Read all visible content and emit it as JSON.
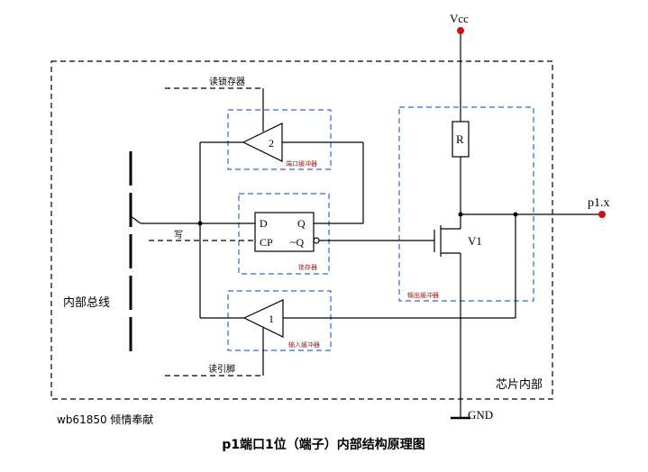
{
  "diagram": {
    "title": "p1端口1位（端子）内部结构原理图",
    "watermark": "wb61850  倾情奉献",
    "labels": {
      "vcc": "Vcc",
      "gnd": "GND",
      "pin": "p1.x",
      "resistor": "R",
      "transistor": "V1",
      "chip_inside": "芯片内部",
      "internal_bus": "内部总线",
      "read_latch": "读锁存器",
      "read_pin": "读引脚",
      "write": "写",
      "buffer2_num": "2",
      "buffer1_num": "1",
      "port_buffer": "端口缓冲器",
      "latch": "锁存器",
      "input_buffer": "输入缓冲器",
      "output_buffer": "输出缓冲器",
      "d": "D",
      "q": "Q",
      "cp": "CP",
      "nq": "~Q"
    },
    "colors": {
      "wire": "#000000",
      "node_red": "#cc1111",
      "blue_dash": "#3366cc",
      "sublabel": "#8b1a1a"
    }
  }
}
